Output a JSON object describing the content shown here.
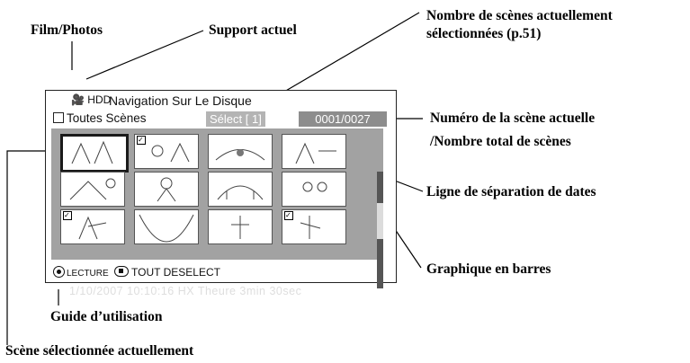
{
  "callouts": {
    "film_photos": "Film/Photos",
    "support": "Support actuel",
    "selected_count_line1": "Nombre de scènes actuellement",
    "selected_count_line2": "sélectionnées (p.51)",
    "scene_number_line1": "Numéro de la scène actuelle",
    "scene_number_line2": "/Nombre total de scènes",
    "date_separator": "Ligne de séparation de dates",
    "bar_graph": "Graphique en barres",
    "guide": "Guide d’utilisation",
    "current_scene": "Scène sélectionnée actuellement"
  },
  "screen": {
    "title": "Navigation Sur Le Disque",
    "icons_text": "🎥 HDD",
    "mode": "Toutes Scènes",
    "select_badge": "Sélect [   1]",
    "counter": "0001/0027",
    "info_line": "1/10/2007 10:10:16   HX       Theure 3min 30sec",
    "guide_play": "LECTURE",
    "guide_deselect": "TOUT DESELECT"
  },
  "thumbnails": [
    {
      "selected": true,
      "checked": false
    },
    {
      "selected": false,
      "checked": true
    },
    {
      "selected": false,
      "checked": false
    },
    {
      "selected": false,
      "checked": false
    },
    {
      "selected": false,
      "checked": false
    },
    {
      "selected": false,
      "checked": false
    },
    {
      "selected": false,
      "checked": false
    },
    {
      "selected": false,
      "checked": false
    },
    {
      "selected": false,
      "checked": true
    },
    {
      "selected": false,
      "checked": false
    },
    {
      "selected": false,
      "checked": false
    },
    {
      "selected": false,
      "checked": true
    }
  ]
}
